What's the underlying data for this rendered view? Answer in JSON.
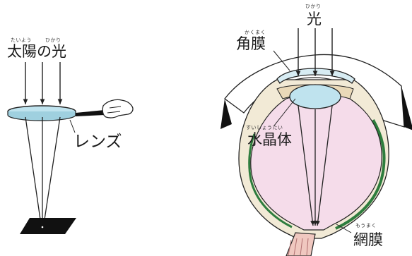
{
  "left_panel": {
    "sun_label": "太陽の光",
    "sun_ruby_1": "たいよう",
    "sun_ruby_2": "ひかり",
    "lens_label": "レンズ"
  },
  "right_panel": {
    "light_label": "光",
    "light_ruby": "ひかり",
    "cornea_label": "角膜",
    "cornea_ruby": "かくまく",
    "crystalline_lens_label": "水晶体",
    "crystalline_lens_ruby": "すいしょうたい",
    "retina_label": "網膜",
    "retina_ruby": "もうまく"
  },
  "colors": {
    "lens_fill": "#bfe3ee",
    "eyeball_fill": "#f5dcea",
    "retina_stroke": "#2e7d3e",
    "cornea_fill": "#d7ecf3",
    "sclera_fill": "#f2ead6",
    "line": "#222222"
  }
}
